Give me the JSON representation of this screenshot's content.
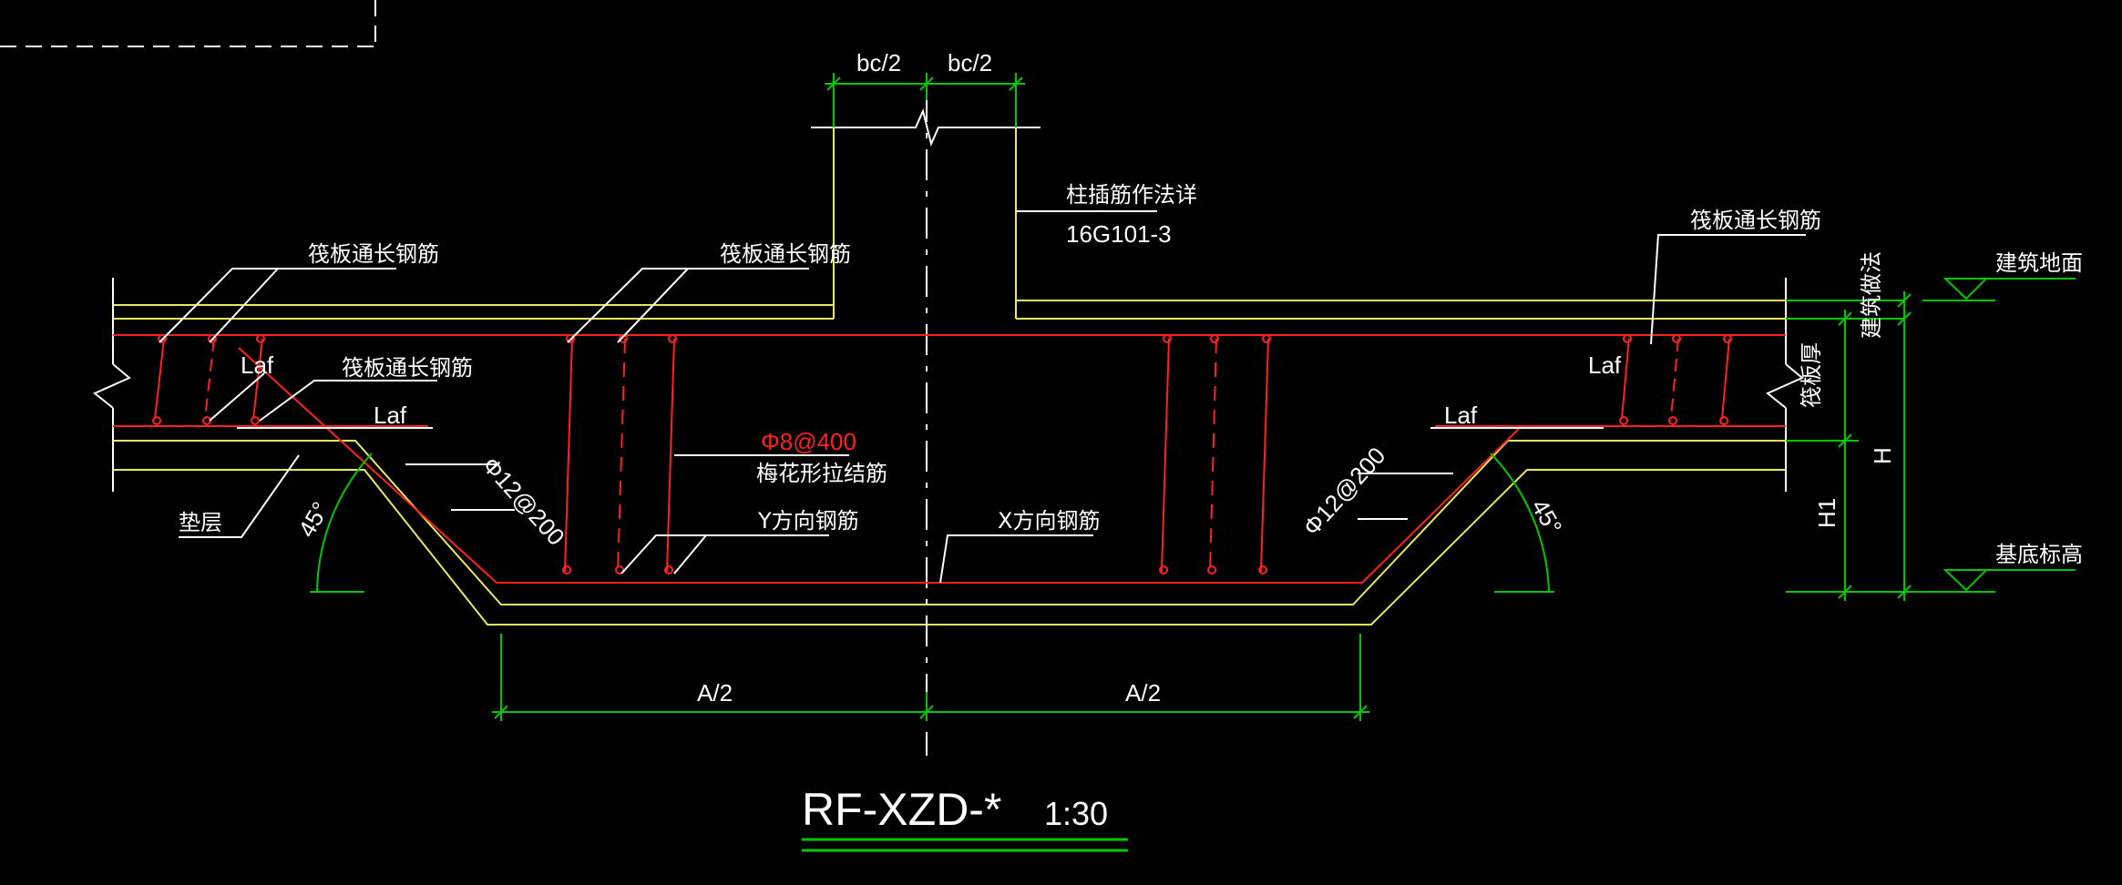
{
  "drawing": {
    "colors": {
      "background": "#000000",
      "concrete_outline": "#e8e860",
      "rebar": "#ff2020",
      "dimension": "#00c800",
      "leader": "#ffffff",
      "text": "#ffffff"
    },
    "labels": {
      "bc_left": "bc/2",
      "bc_right": "bc/2",
      "column_detail_1": "柱插筋作法详",
      "column_detail_2": "16G101-3",
      "raft_rebar_1": "筏板通长钢筋",
      "raft_rebar_2": "筏板通长钢筋",
      "raft_rebar_3": "筏板通长钢筋",
      "raft_rebar_4": "筏板通长钢筋",
      "laf_1": "Laf",
      "laf_2": "Laf",
      "laf_3": "Laf",
      "laf_4": "Laf",
      "cushion": "垫层",
      "angle_left": "45°",
      "angle_right": "45°",
      "slope_bar_left": "Φ12@200",
      "slope_bar_right": "Φ12@200",
      "tie_spec": "Φ8@400",
      "tie_name": "梅花形拉结筋",
      "y_bar": "Y方向钢筋",
      "x_bar": "X方向钢筋",
      "ground": "建筑地面",
      "floor_finish": "建筑做法",
      "slab_thickness": "筏板厚",
      "h": "H",
      "h1": "H1",
      "base_elev": "基底标高",
      "a_left": "A/2",
      "a_right": "A/2"
    },
    "title": {
      "name": "RF-XZD-*",
      "scale": "1:30"
    }
  }
}
